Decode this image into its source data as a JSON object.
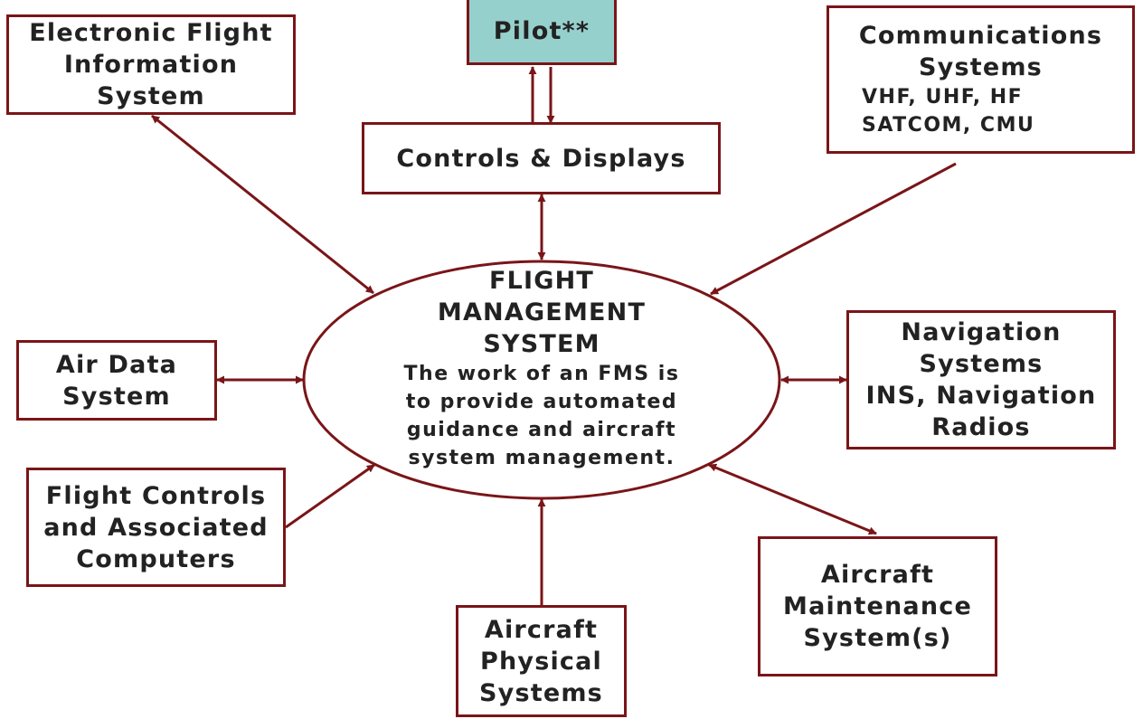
{
  "colors": {
    "line": "#7a1518",
    "pilot_fill": "#96d0cc"
  },
  "center": {
    "title": [
      "FLIGHT",
      "MANAGEMENT",
      "SYSTEM"
    ],
    "desc": [
      "The work of an FMS is",
      "to provide automated",
      "guidance and aircraft",
      "system management."
    ]
  },
  "nodes": {
    "efis": {
      "lines": [
        "Electronic Flight",
        "Information",
        "System"
      ]
    },
    "pilot": {
      "lines": [
        "Pilot**"
      ]
    },
    "controls": {
      "lines": [
        "Controls & Displays"
      ]
    },
    "comms": {
      "lines": [
        "Communications",
        "Systems"
      ],
      "sub": [
        "VHF, UHF, HF",
        "SATCOM, CMU"
      ]
    },
    "airdata": {
      "lines": [
        "Air Data",
        "System"
      ]
    },
    "nav": {
      "lines": [
        "Navigation",
        "Systems",
        "INS, Navigation",
        "Radios"
      ]
    },
    "flightctl": {
      "lines": [
        "Flight Controls",
        "and Associated",
        "Computers"
      ]
    },
    "physical": {
      "lines": [
        "Aircraft",
        "Physical",
        "Systems"
      ]
    },
    "maint": {
      "lines": [
        "Aircraft",
        "Maintenance",
        "System(s)"
      ]
    }
  }
}
